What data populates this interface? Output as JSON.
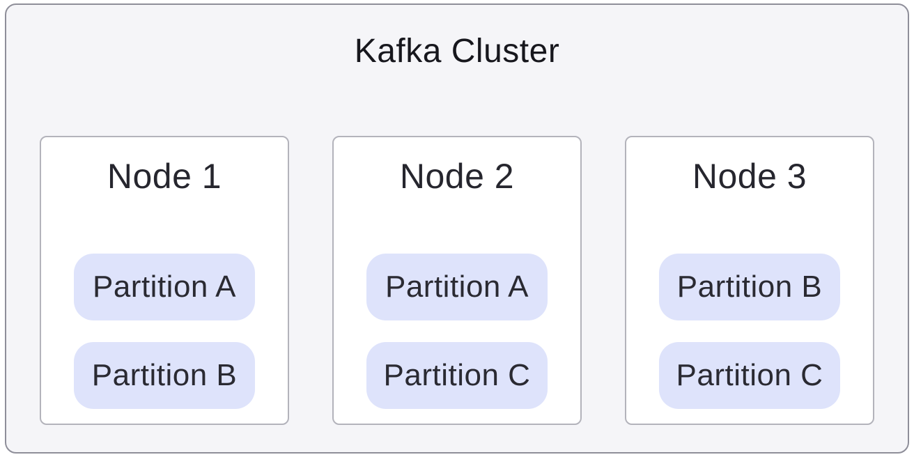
{
  "diagram": {
    "title": "Kafka Cluster",
    "nodes": [
      {
        "label": "Node 1",
        "partitions": [
          "Partition A",
          "Partition B"
        ]
      },
      {
        "label": "Node 2",
        "partitions": [
          "Partition A",
          "Partition C"
        ]
      },
      {
        "label": "Node 3",
        "partitions": [
          "Partition B",
          "Partition C"
        ]
      }
    ],
    "colors": {
      "cluster_background": "#f5f5f8",
      "cluster_border": "#8e8e99",
      "node_background": "#ffffff",
      "node_border": "#b3b3bb",
      "partition_background": "#dee3fb",
      "text": "#26262e"
    }
  }
}
